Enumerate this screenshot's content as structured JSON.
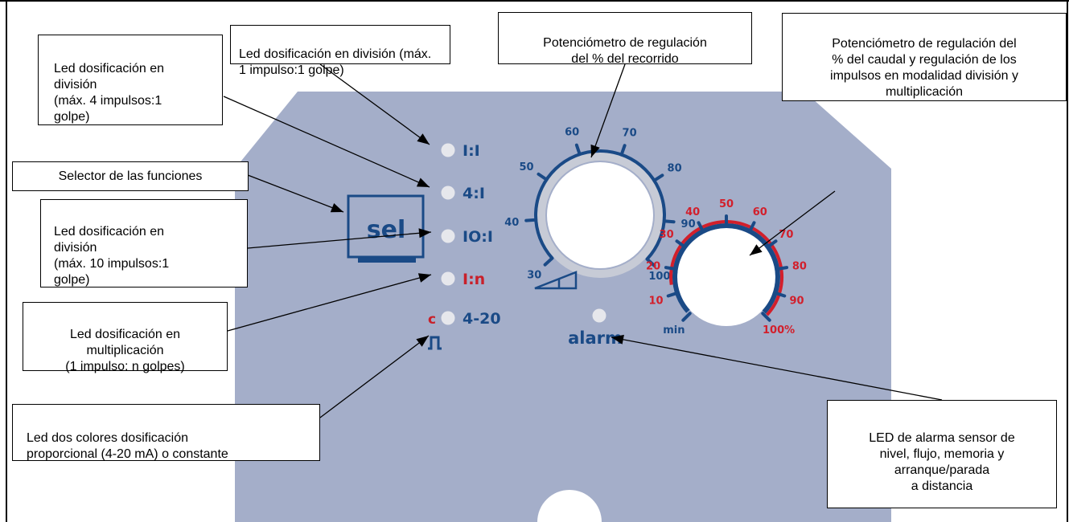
{
  "callouts": {
    "led_div_1": "Led dosificación en división (máx. 1 impulso:1 golpe)",
    "led_div_4": "Led dosificación en\ndivisión\n(máx. 4 impulsos:1\ngolpe)",
    "stroke_pot": "Potenciómetro de regulación\ndel % del recorrido",
    "flow_pot": "Potenciómetro de regulación  del\n% del caudal y regulación de los\nimpulsos en modalidad división y\nmultiplicación",
    "selector": "Selector de las funciones",
    "led_div_10": "Led dosificación en\ndivisión\n(máx. 10 impulsos:1\ngolpe)",
    "led_mult": "Led dosificación en\nmultiplicación\n(1 impulso: n golpes)",
    "led_two_colors": "Led dos colores dosificación\nproporcional (4-20 mA) o constante",
    "led_alarm": "LED de alarma sensor de\nnivel, flujo, memoria y\narranque/parada\na distancia"
  },
  "panel": {
    "sel_label": "sel",
    "led_labels": {
      "ratio_1_1": "I:I",
      "ratio_4_1": "4:I",
      "ratio_10_1": "IO:I",
      "ratio_1_n": "I:n",
      "mode_4_20": "4-20",
      "c_mark": "c"
    },
    "alarm_label": "alarm",
    "stroke_scale": [
      "30",
      "40",
      "50",
      "60",
      "70",
      "80",
      "90",
      "100%"
    ],
    "flow_scale": [
      "min",
      "10",
      "20",
      "30",
      "40",
      "50",
      "60",
      "70",
      "80",
      "90",
      "100%"
    ]
  },
  "colors": {
    "panel": "#a4aec9",
    "navy": "#1a4a86",
    "red": "#d21f2b",
    "led": "#e6e7ec",
    "label_red": "#c8202a"
  }
}
